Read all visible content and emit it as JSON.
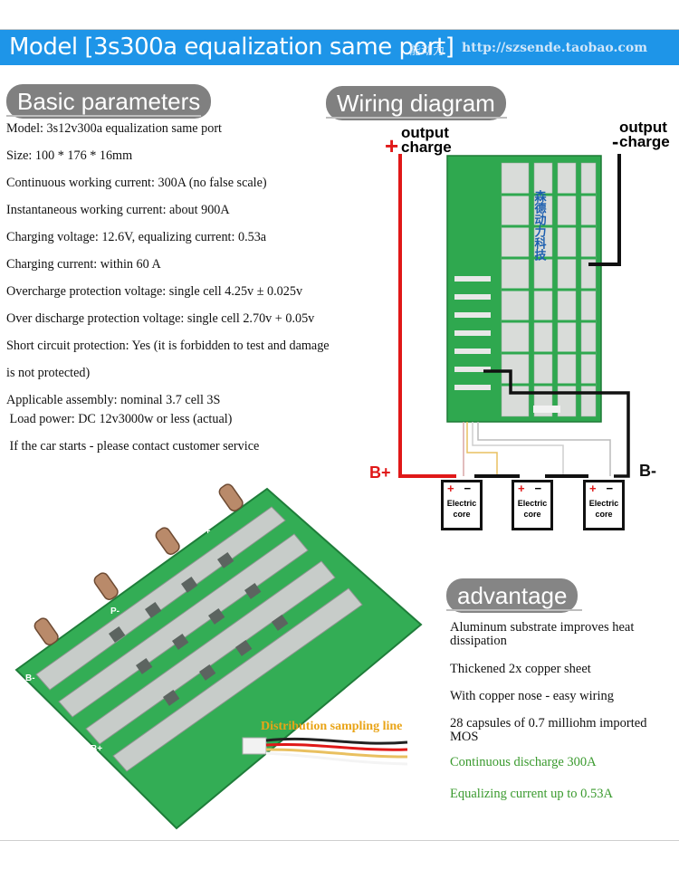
{
  "header": {
    "title": "Model [3s300a equalization same port]",
    "chinese_text": "能动力",
    "url": "http://szsende.taobao.com"
  },
  "basic": {
    "heading": "Basic parameters",
    "items": [
      "Model: 3s12v300a equalization same port",
      "Size: 100 * 176 * 16mm",
      "Continuous working current: 300A (no false scale)",
      "Instantaneous working current: about 900A",
      "Charging voltage: 12.6V, equalizing current: 0.53a",
      "Charging current: within 60 A",
      "Overcharge protection voltage: single cell 4.25v ± 0.025v",
      "Over discharge protection voltage: single cell 2.70v + 0.05v",
      "Short circuit protection: Yes (it is forbidden to test and damage",
      "is not protected)",
      "Applicable assembly: nominal 3.7 cell 3S",
      " Load power: DC 12v3000w or less (actual)",
      " If the car starts - please contact customer service"
    ]
  },
  "wiring": {
    "heading": "Wiring diagram",
    "left_sign": "+",
    "right_sign": "-",
    "output_label": "output",
    "charge_label": "charge",
    "b_plus": "B+",
    "b_minus": "B-",
    "cell_plus": "+",
    "cell_minus": "−",
    "cell_label_1": "Electric",
    "cell_label_2": "core",
    "board_watermark": "森德动力科技"
  },
  "advantage": {
    "heading": "advantage",
    "items": [
      "Aluminum substrate improves heat dissipation",
      "Thickened 2x copper sheet",
      "With copper nose - easy wiring",
      "28 capsules of 0.7 milliohm imported MOS",
      "Continuous discharge 300A",
      "Equalizing current up to 0.53A"
    ]
  },
  "product": {
    "distribution_label": "Distribution sampling line",
    "board_labels": [
      "B-",
      "P-",
      "B+",
      "P+"
    ]
  },
  "colors": {
    "header_bg": "#1e95e8",
    "pill_bg": "#808080",
    "green_text": "#3a9a2e",
    "red_wire": "#e01818",
    "pcb_green": "#2fa84f"
  }
}
